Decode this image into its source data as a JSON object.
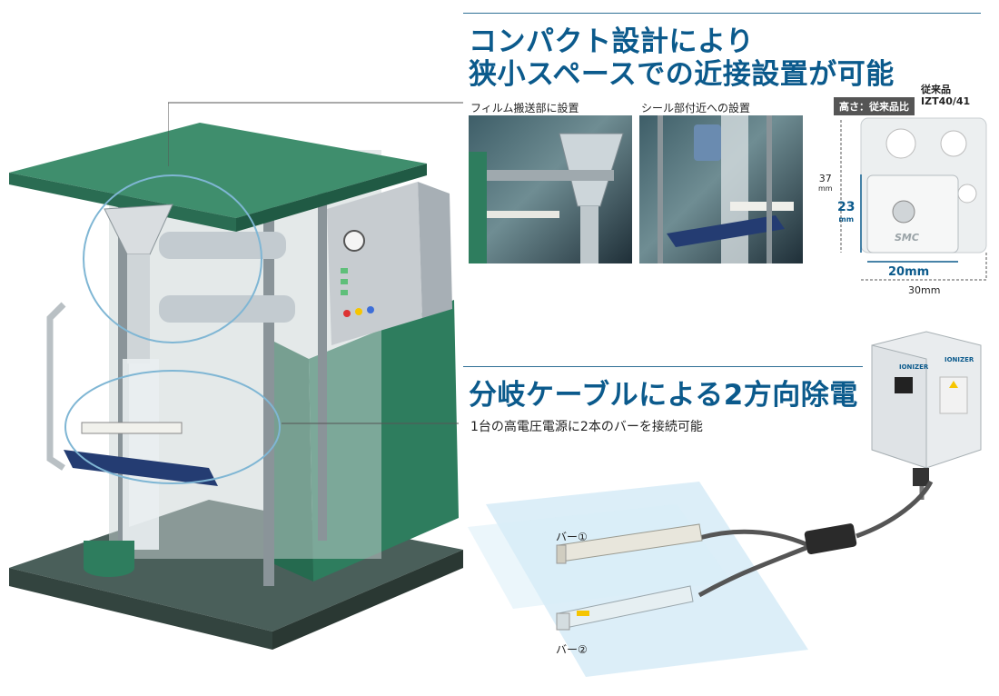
{
  "section1": {
    "title_line1": "コンパクト設計により",
    "title_line2": "狭小スペースでの近接設置が可能",
    "photo1_caption": "フィルム搬送部に設置",
    "photo2_caption": "シール部付近への設置",
    "comparison": {
      "badge": "高さ：従来品比",
      "legacy_label_line1": "従来品",
      "legacy_label_line2": "IZT40/41",
      "legacy_height": "37",
      "legacy_width": "30mm",
      "new_height": "23",
      "new_width": "20mm",
      "unit": "mm",
      "logo_text": "SMC"
    }
  },
  "section2": {
    "title": "分岐ケーブルによる2方向除電",
    "description": "1台の高電圧電源に2本のバーを接続可能",
    "bar1_label": "バー①",
    "bar2_label": "バー②",
    "power_unit_text": "IONIZER"
  },
  "colors": {
    "heading": "#0b5a8c",
    "machine_green": "#2e7d5e",
    "rule": "#2f6f95"
  }
}
